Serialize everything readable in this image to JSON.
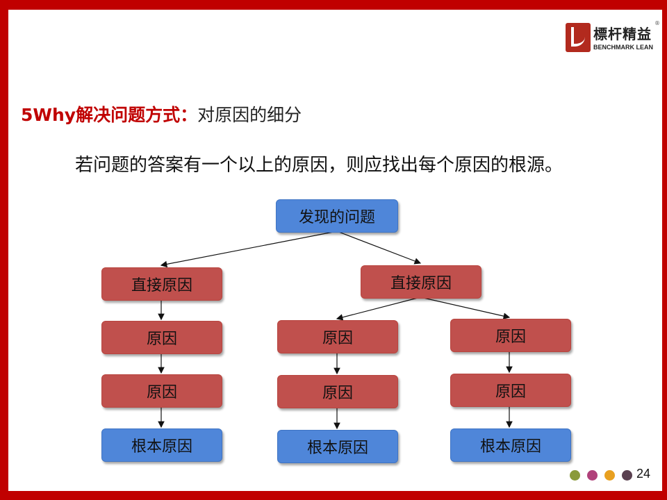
{
  "logo": {
    "cn": "標杆精益",
    "en": "BENCHMARK LEAN",
    "reg": "®"
  },
  "title": {
    "highlight": "5Why解决问题方式：",
    "rest": "对原因的细分"
  },
  "paragraph": "若问题的答案有一个以上的原因，则应找出每个原因的根源。",
  "diagram": {
    "root": "发现的问题",
    "left": [
      "直接原因",
      "原因",
      "原因",
      "根本原因"
    ],
    "right_direct": "直接原因",
    "middle": [
      "原因",
      "原因",
      "根本原因"
    ],
    "right": [
      "原因",
      "原因",
      "根本原因"
    ]
  },
  "footer": {
    "dot_colors": [
      "#8a9a3a",
      "#b0417a",
      "#e8a020",
      "#5a4050"
    ],
    "page": "24"
  }
}
